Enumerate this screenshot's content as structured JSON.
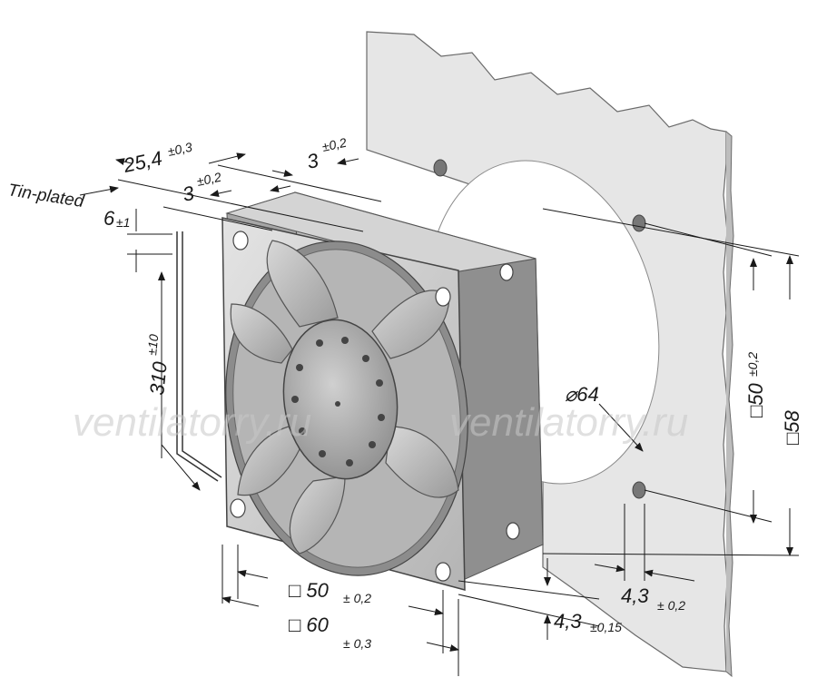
{
  "watermark": "ventilatorry.ru",
  "labels": {
    "tin_plated": "Tin-plated",
    "dim_25_4": "25,4",
    "tol_25_4": "±0,3",
    "dim_3a": "3",
    "tol_3a": "±0,2",
    "dim_3b": "3",
    "tol_3b": "±0,2",
    "dim_6": "6",
    "tol_6": "±1",
    "dim_310": "310",
    "tol_310": "±10",
    "dim_d64": "⌀64",
    "dim_sq50_side": "□50",
    "tol_sq50_side": "±0,2",
    "dim_sq58": "□58",
    "dim_sq50_bottom": "□ 50",
    "tol_sq50_bottom": "± 0,2",
    "dim_sq60": "□ 60",
    "tol_sq60": "± 0,3",
    "dim_4_3a": "4,3",
    "tol_4_3a": "± 0,2",
    "dim_4_3b": "4,3",
    "tol_4_3b": "±0,15"
  },
  "colors": {
    "panel": "#e6e6e6",
    "fan_frame": "#cfcfcf",
    "fan_dark": "#8c8c8c",
    "hub": "#a9a9a9",
    "line": "#1a1a1a"
  }
}
